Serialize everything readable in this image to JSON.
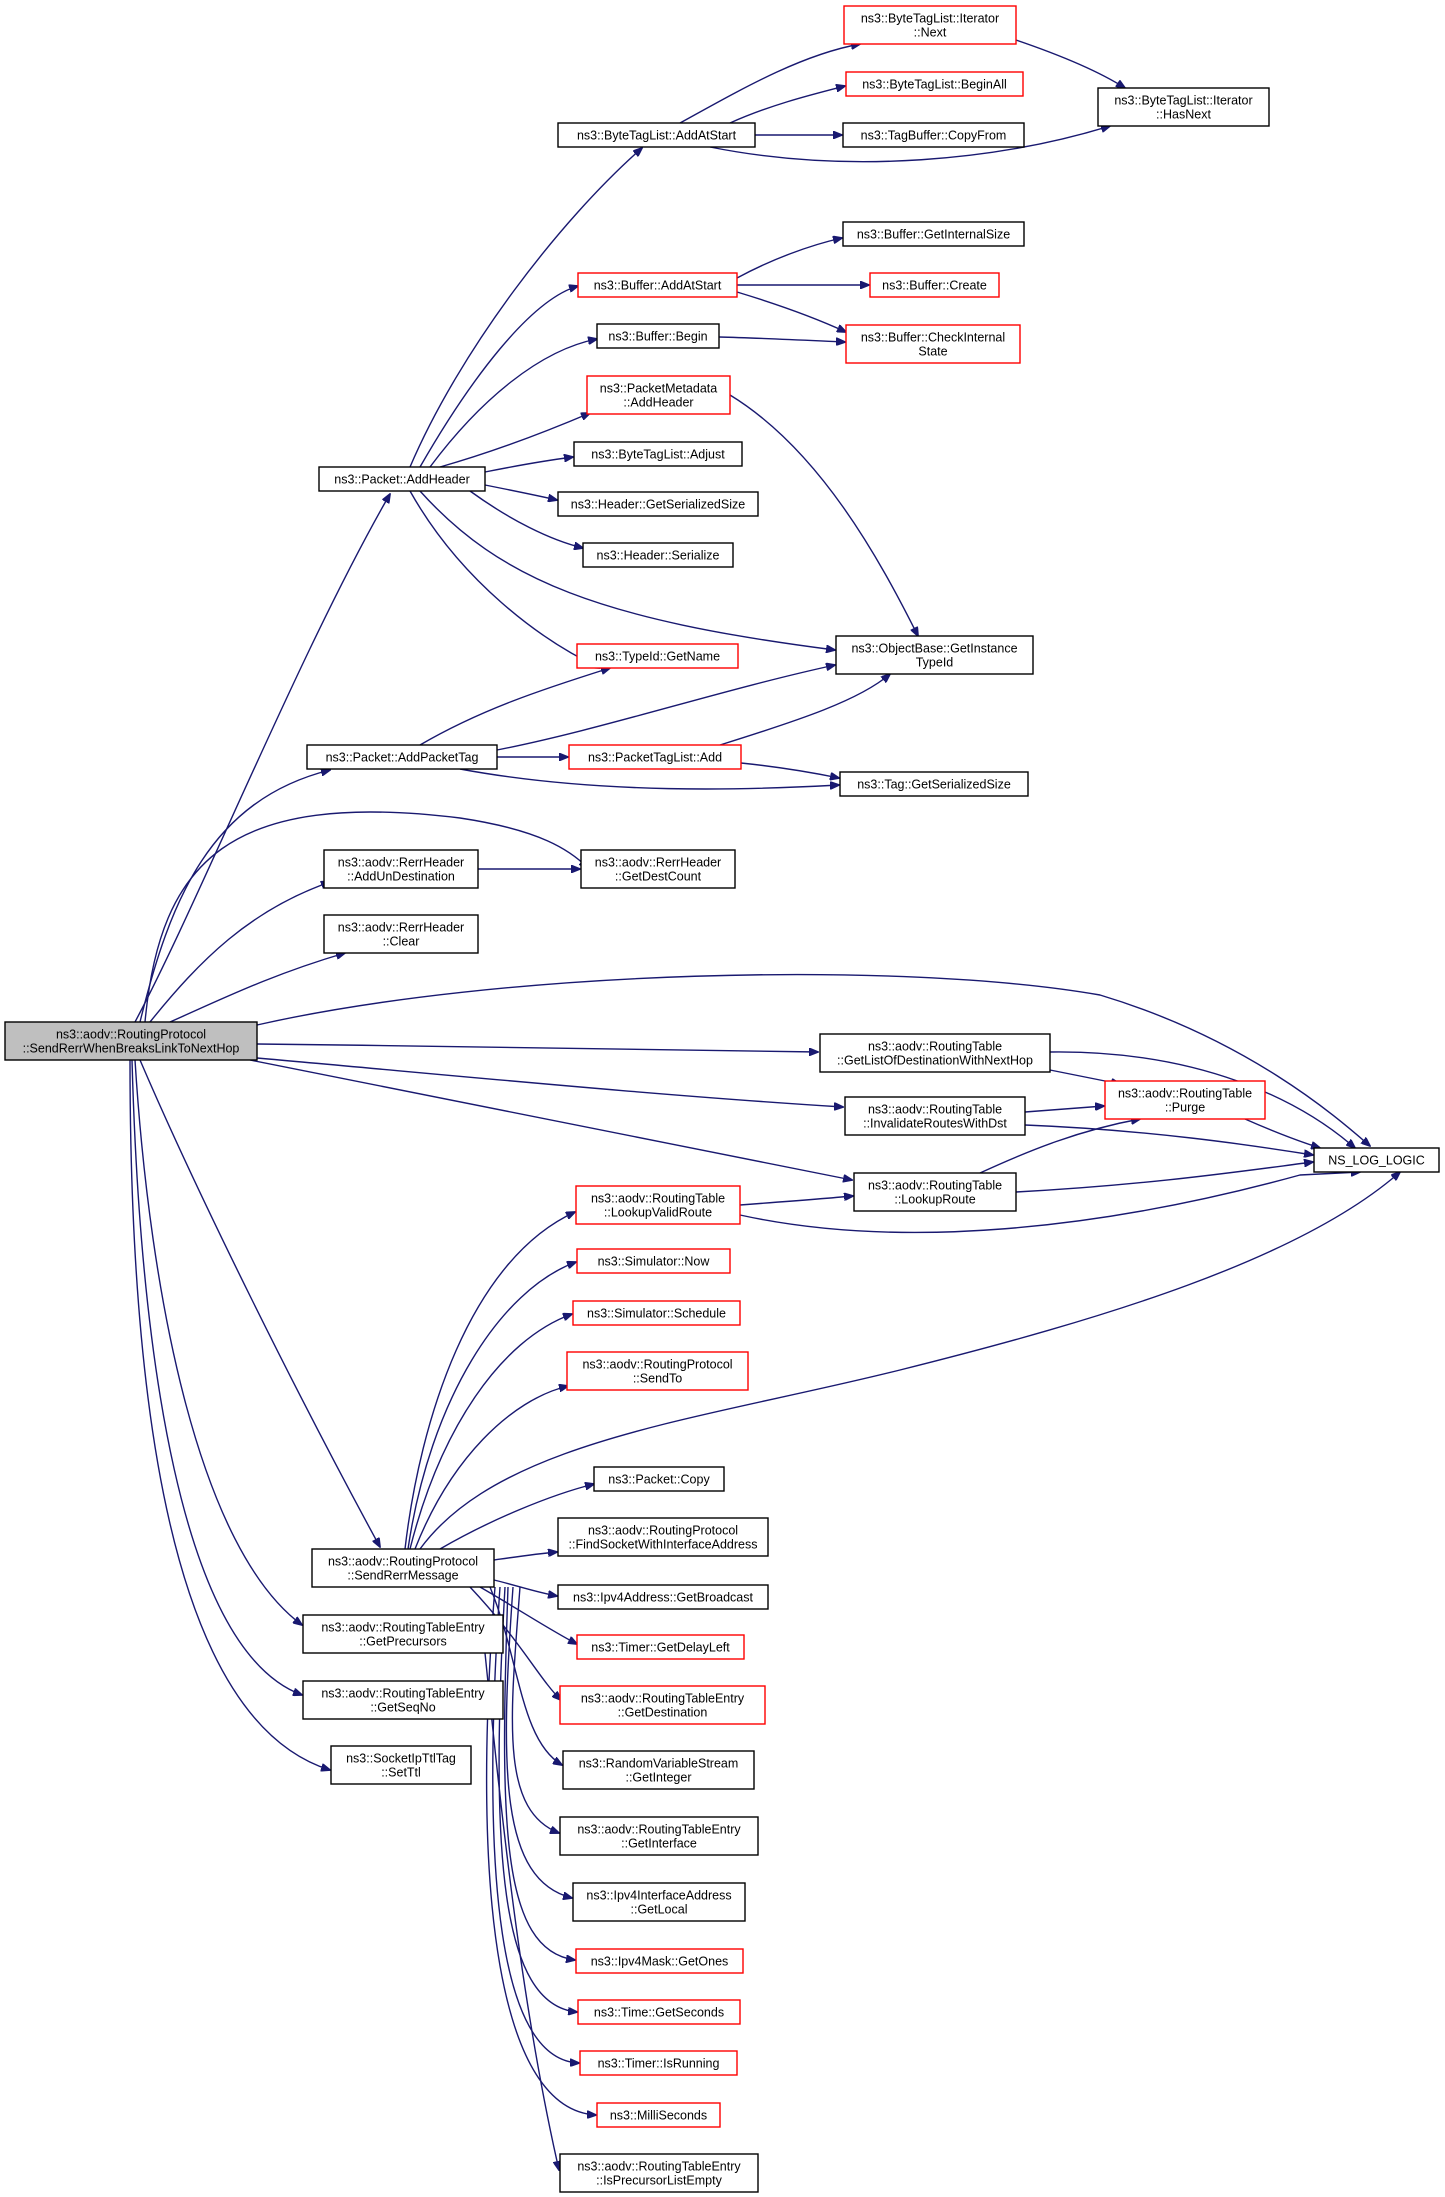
{
  "diagram": {
    "type": "call-graph",
    "colors": {
      "edge": "#191970",
      "normal_border": "#000000",
      "truncated_border": "#ff0000",
      "root_fill": "#bfbfbf"
    },
    "nodes": [
      {
        "id": "root",
        "lines": [
          "ns3::aodv::RoutingProtocol",
          "::SendRerrWhenBreaksLinkToNextHop"
        ],
        "style": "root"
      },
      {
        "id": "btl_add",
        "lines": [
          "ns3::ByteTagList::AddAtStart"
        ],
        "style": "black"
      },
      {
        "id": "btl_next",
        "lines": [
          "ns3::ByteTagList::Iterator",
          "::Next"
        ],
        "style": "red"
      },
      {
        "id": "btl_beginall",
        "lines": [
          "ns3::ByteTagList::BeginAll"
        ],
        "style": "red"
      },
      {
        "id": "tagbuf_copy",
        "lines": [
          "ns3::TagBuffer::CopyFrom"
        ],
        "style": "black"
      },
      {
        "id": "btl_hasnext",
        "lines": [
          "ns3::ByteTagList::Iterator",
          "::HasNext"
        ],
        "style": "black"
      },
      {
        "id": "buf_internal",
        "lines": [
          "ns3::Buffer::GetInternalSize"
        ],
        "style": "black"
      },
      {
        "id": "buf_addatstart",
        "lines": [
          "ns3::Buffer::AddAtStart"
        ],
        "style": "red"
      },
      {
        "id": "buf_create",
        "lines": [
          "ns3::Buffer::Create"
        ],
        "style": "red"
      },
      {
        "id": "buf_begin",
        "lines": [
          "ns3::Buffer::Begin"
        ],
        "style": "black"
      },
      {
        "id": "buf_check",
        "lines": [
          "ns3::Buffer::CheckInternal",
          "State"
        ],
        "style": "red"
      },
      {
        "id": "pm_addheader",
        "lines": [
          "ns3::PacketMetadata",
          "::AddHeader"
        ],
        "style": "red"
      },
      {
        "id": "pkt_addheader",
        "lines": [
          "ns3::Packet::AddHeader"
        ],
        "style": "black"
      },
      {
        "id": "btl_adjust",
        "lines": [
          "ns3::ByteTagList::Adjust"
        ],
        "style": "black"
      },
      {
        "id": "hdr_getsize",
        "lines": [
          "ns3::Header::GetSerializedSize"
        ],
        "style": "black"
      },
      {
        "id": "hdr_serialize",
        "lines": [
          "ns3::Header::Serialize"
        ],
        "style": "black"
      },
      {
        "id": "typeid_name",
        "lines": [
          "ns3::TypeId::GetName"
        ],
        "style": "red"
      },
      {
        "id": "ob_typeid",
        "lines": [
          "ns3::ObjectBase::GetInstance",
          "TypeId"
        ],
        "style": "black"
      },
      {
        "id": "pkt_addtag",
        "lines": [
          "ns3::Packet::AddPacketTag"
        ],
        "style": "black"
      },
      {
        "id": "ptl_add",
        "lines": [
          "ns3::PacketTagList::Add"
        ],
        "style": "red"
      },
      {
        "id": "tag_size",
        "lines": [
          "ns3::Tag::GetSerializedSize"
        ],
        "style": "black"
      },
      {
        "id": "rerr_addun",
        "lines": [
          "ns3::aodv::RerrHeader",
          "::AddUnDestination"
        ],
        "style": "black"
      },
      {
        "id": "rerr_count",
        "lines": [
          "ns3::aodv::RerrHeader",
          "::GetDestCount"
        ],
        "style": "black"
      },
      {
        "id": "rerr_clear",
        "lines": [
          "ns3::aodv::RerrHeader",
          "::Clear"
        ],
        "style": "black"
      },
      {
        "id": "rt_getlist",
        "lines": [
          "ns3::aodv::RoutingTable",
          "::GetListOfDestinationWithNextHop"
        ],
        "style": "black"
      },
      {
        "id": "rt_invalidate",
        "lines": [
          "ns3::aodv::RoutingTable",
          "::InvalidateRoutesWithDst"
        ],
        "style": "black"
      },
      {
        "id": "rt_purge",
        "lines": [
          "ns3::aodv::RoutingTable",
          "::Purge"
        ],
        "style": "red"
      },
      {
        "id": "ns_log",
        "lines": [
          "NS_LOG_LOGIC"
        ],
        "style": "black"
      },
      {
        "id": "rt_lookupvalid",
        "lines": [
          "ns3::aodv::RoutingTable",
          "::LookupValidRoute"
        ],
        "style": "red"
      },
      {
        "id": "rt_lookup",
        "lines": [
          "ns3::aodv::RoutingTable",
          "::LookupRoute"
        ],
        "style": "black"
      },
      {
        "id": "sim_now",
        "lines": [
          "ns3::Simulator::Now"
        ],
        "style": "red"
      },
      {
        "id": "sim_schedule",
        "lines": [
          "ns3::Simulator::Schedule"
        ],
        "style": "red"
      },
      {
        "id": "rp_sendto",
        "lines": [
          "ns3::aodv::RoutingProtocol",
          "::SendTo"
        ],
        "style": "red"
      },
      {
        "id": "pkt_copy",
        "lines": [
          "ns3::Packet::Copy"
        ],
        "style": "black"
      },
      {
        "id": "rp_findsocket",
        "lines": [
          "ns3::aodv::RoutingProtocol",
          "::FindSocketWithInterfaceAddress"
        ],
        "style": "black"
      },
      {
        "id": "rp_sendrerr",
        "lines": [
          "ns3::aodv::RoutingProtocol",
          "::SendRerrMessage"
        ],
        "style": "black"
      },
      {
        "id": "ipv4_bcast",
        "lines": [
          "ns3::Ipv4Address::GetBroadcast"
        ],
        "style": "black"
      },
      {
        "id": "timer_delay",
        "lines": [
          "ns3::Timer::GetDelayLeft"
        ],
        "style": "red"
      },
      {
        "id": "rte_dest",
        "lines": [
          "ns3::aodv::RoutingTableEntry",
          "::GetDestination"
        ],
        "style": "red"
      },
      {
        "id": "rte_prec",
        "lines": [
          "ns3::aodv::RoutingTableEntry",
          "::GetPrecursors"
        ],
        "style": "black"
      },
      {
        "id": "rvs_int",
        "lines": [
          "ns3::RandomVariableStream",
          "::GetInteger"
        ],
        "style": "black"
      },
      {
        "id": "rte_seq",
        "lines": [
          "ns3::aodv::RoutingTableEntry",
          "::GetSeqNo"
        ],
        "style": "black"
      },
      {
        "id": "sock_ttl",
        "lines": [
          "ns3::SocketIpTtlTag",
          "::SetTtl"
        ],
        "style": "black"
      },
      {
        "id": "rte_iface",
        "lines": [
          "ns3::aodv::RoutingTableEntry",
          "::GetInterface"
        ],
        "style": "black"
      },
      {
        "id": "ifaddr_local",
        "lines": [
          "ns3::Ipv4InterfaceAddress",
          "::GetLocal"
        ],
        "style": "black"
      },
      {
        "id": "mask_ones",
        "lines": [
          "ns3::Ipv4Mask::GetOnes"
        ],
        "style": "red"
      },
      {
        "id": "time_sec",
        "lines": [
          "ns3::Time::GetSeconds"
        ],
        "style": "red"
      },
      {
        "id": "timer_running",
        "lines": [
          "ns3::Timer::IsRunning"
        ],
        "style": "red"
      },
      {
        "id": "millisec",
        "lines": [
          "ns3::MilliSeconds"
        ],
        "style": "red"
      },
      {
        "id": "rte_precempty",
        "lines": [
          "ns3::aodv::RoutingTableEntry",
          "::IsPrecursorListEmpty"
        ],
        "style": "black"
      }
    ]
  }
}
